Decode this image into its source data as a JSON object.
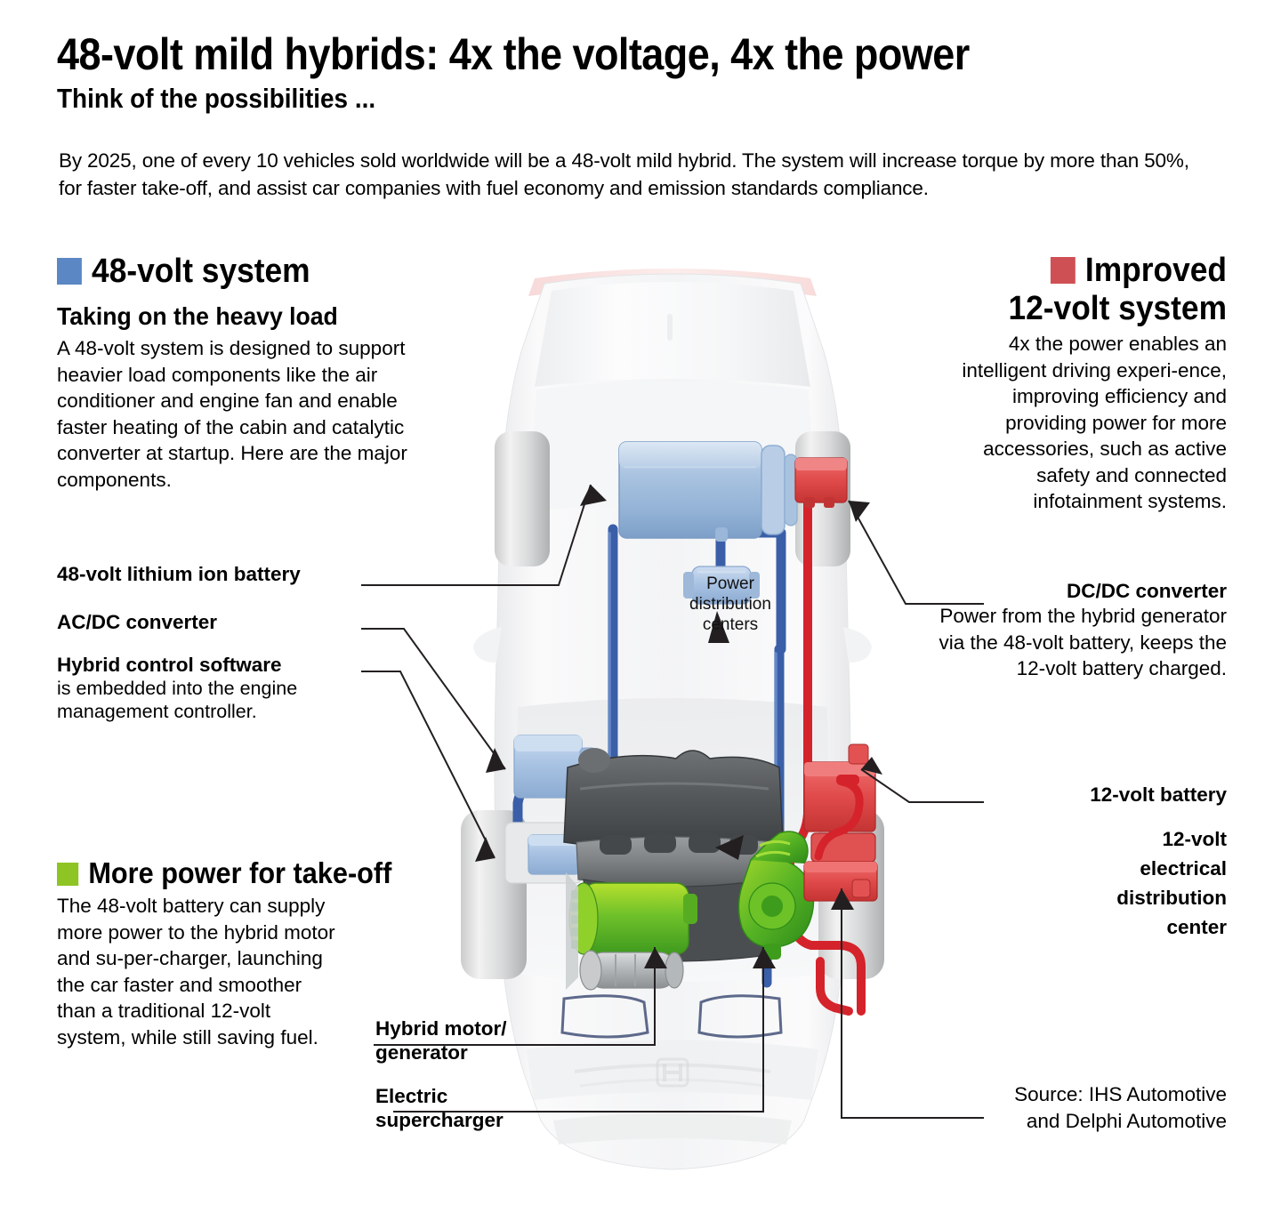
{
  "header": {
    "title": "48-volt mild hybrids: 4x the voltage, 4x the power",
    "subtitle": "Think of the possibilities ...",
    "intro": "By 2025, one of every 10 vehicles sold worldwide will be a 48-volt mild hybrid. The system will increase torque by more than 50%, for faster take-off, and assist car companies with fuel economy and emission standards compliance."
  },
  "colors": {
    "blue_48v": "#5b87c5",
    "red_12v": "#cf5054",
    "green_power": "#8ec524",
    "wire_blue": "#3a5fa8",
    "wire_red": "#d5232b",
    "engine_gray": "#5a5d60",
    "leader_line": "#231f20"
  },
  "left_column": {
    "section_heading": "48-volt system",
    "section_swatch": "#5b87c5",
    "sub_heading": "Taking on the heavy load",
    "body": "A 48-volt system is designed to support heavier load components like the air conditioner and engine fan and enable faster heating of the cabin and catalytic converter at startup. Here are the major components.",
    "labels": [
      {
        "name": "48-volt lithium ion battery",
        "body": ""
      },
      {
        "name": "AC/DC converter",
        "body": ""
      },
      {
        "name": "Hybrid control software",
        "body": "is embedded into the engine management controller."
      }
    ]
  },
  "green_section": {
    "section_heading": "More power for take-off",
    "section_swatch": "#8ec524",
    "body": "The 48-volt battery can supply more power to the hybrid motor and su-per-charger, launching the car faster and smoother than a traditional 12-volt system, while still saving fuel."
  },
  "bottom_labels": {
    "hybrid_motor_generator_line1": "Hybrid motor/",
    "hybrid_motor_generator_line2": "generator",
    "electric_supercharger_line1": "Electric",
    "electric_supercharger_line2": "supercharger"
  },
  "center_label": {
    "power_distribution_line1": "Power",
    "power_distribution_line2": "distribution",
    "power_distribution_line3": "centers"
  },
  "right_column": {
    "section_heading_line1": "Improved",
    "section_heading_line2": "12-volt system",
    "section_swatch": "#cf5054",
    "body": "4x the power enables an intelligent driving experi-ence, improving efficiency and providing power for more accessories, such as active safety and connected infotainment systems.",
    "dcdc_name": "DC/DC converter",
    "dcdc_body": "Power from the hybrid generator via the 48-volt battery, keeps the 12-volt battery charged.",
    "battery_12v": "12-volt battery",
    "edc_line1": "12-volt",
    "edc_line2": "electrical",
    "edc_line3": "distribution",
    "edc_line4": "center"
  },
  "source": {
    "line1": "Source: IHS Automotive",
    "line2": "and Delphi Automotive"
  },
  "brand_badge": "H"
}
